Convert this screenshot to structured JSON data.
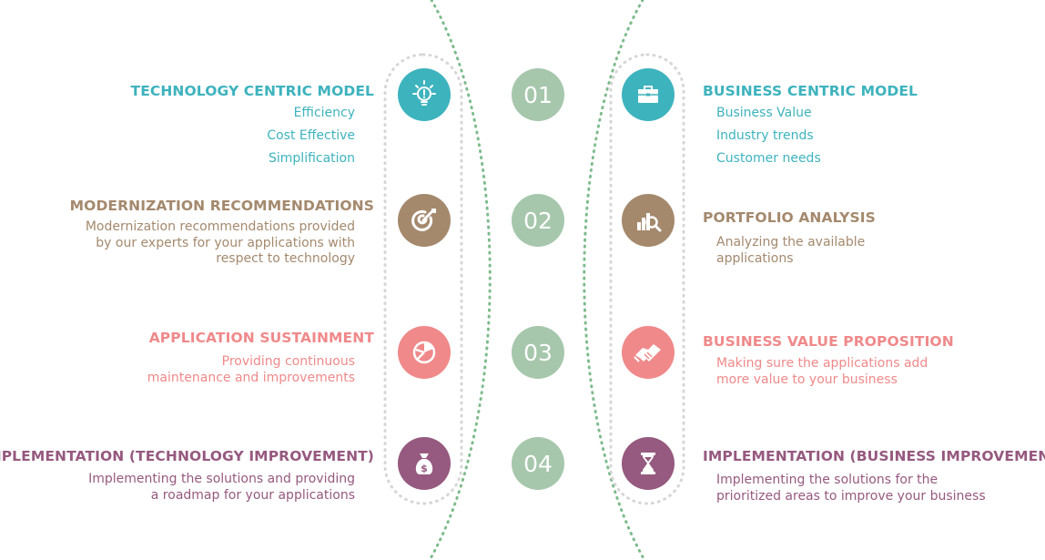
{
  "colors": {
    "teal": "#3db3be",
    "brown": "#a4896d",
    "pink": "#f0898a",
    "purple": "#96597f",
    "number_circle": "#a6c7ac",
    "curve": "#7dbb8c",
    "capsule_outline": "#d6d6d6"
  },
  "steps": [
    "01",
    "02",
    "03",
    "04"
  ],
  "left": {
    "technology_centric": {
      "title": "TECHNOLOGY CENTRIC MODEL",
      "items": [
        "Efficiency",
        "Cost Effective",
        "Simplification"
      ],
      "icon": "lightbulb-icon"
    },
    "modernization": {
      "title": "MODERNIZATION RECOMMENDATIONS",
      "lines": [
        "Modernization recommendations provided",
        "by our experts for your applications with",
        "respect to technology"
      ],
      "icon": "target-icon"
    },
    "sustainment": {
      "title": "APPLICATION SUSTAINMENT",
      "lines": [
        "Providing continuous",
        "maintenance and improvements"
      ],
      "icon": "pie-chart-icon"
    },
    "implementation": {
      "title": "IMPLEMENTATION (TECHNOLOGY IMPROVEMENT)",
      "lines": [
        "Implementing the solutions and providing",
        "a roadmap for your applications"
      ],
      "icon": "money-bag-icon"
    }
  },
  "right": {
    "business_centric": {
      "title": "BUSINESS CENTRIC MODEL",
      "items": [
        "Business Value",
        "Industry trends",
        "Customer needs"
      ],
      "icon": "briefcase-icon"
    },
    "portfolio": {
      "title": "PORTFOLIO ANALYSIS",
      "lines": [
        "Analyzing the available",
        "applications"
      ],
      "icon": "bar-chart-magnifier-icon"
    },
    "value_proposition": {
      "title": "BUSINESS VALUE PROPOSITION",
      "lines": [
        "Making sure the applications add",
        "more value to your business"
      ],
      "icon": "handshake-icon"
    },
    "implementation": {
      "title": "IMPLEMENTATION (BUSINESS IMPROVEMENT)",
      "lines": [
        "Implementing the solutions for the",
        "prioritized areas to improve your business"
      ],
      "icon": "hourglass-icon"
    }
  }
}
